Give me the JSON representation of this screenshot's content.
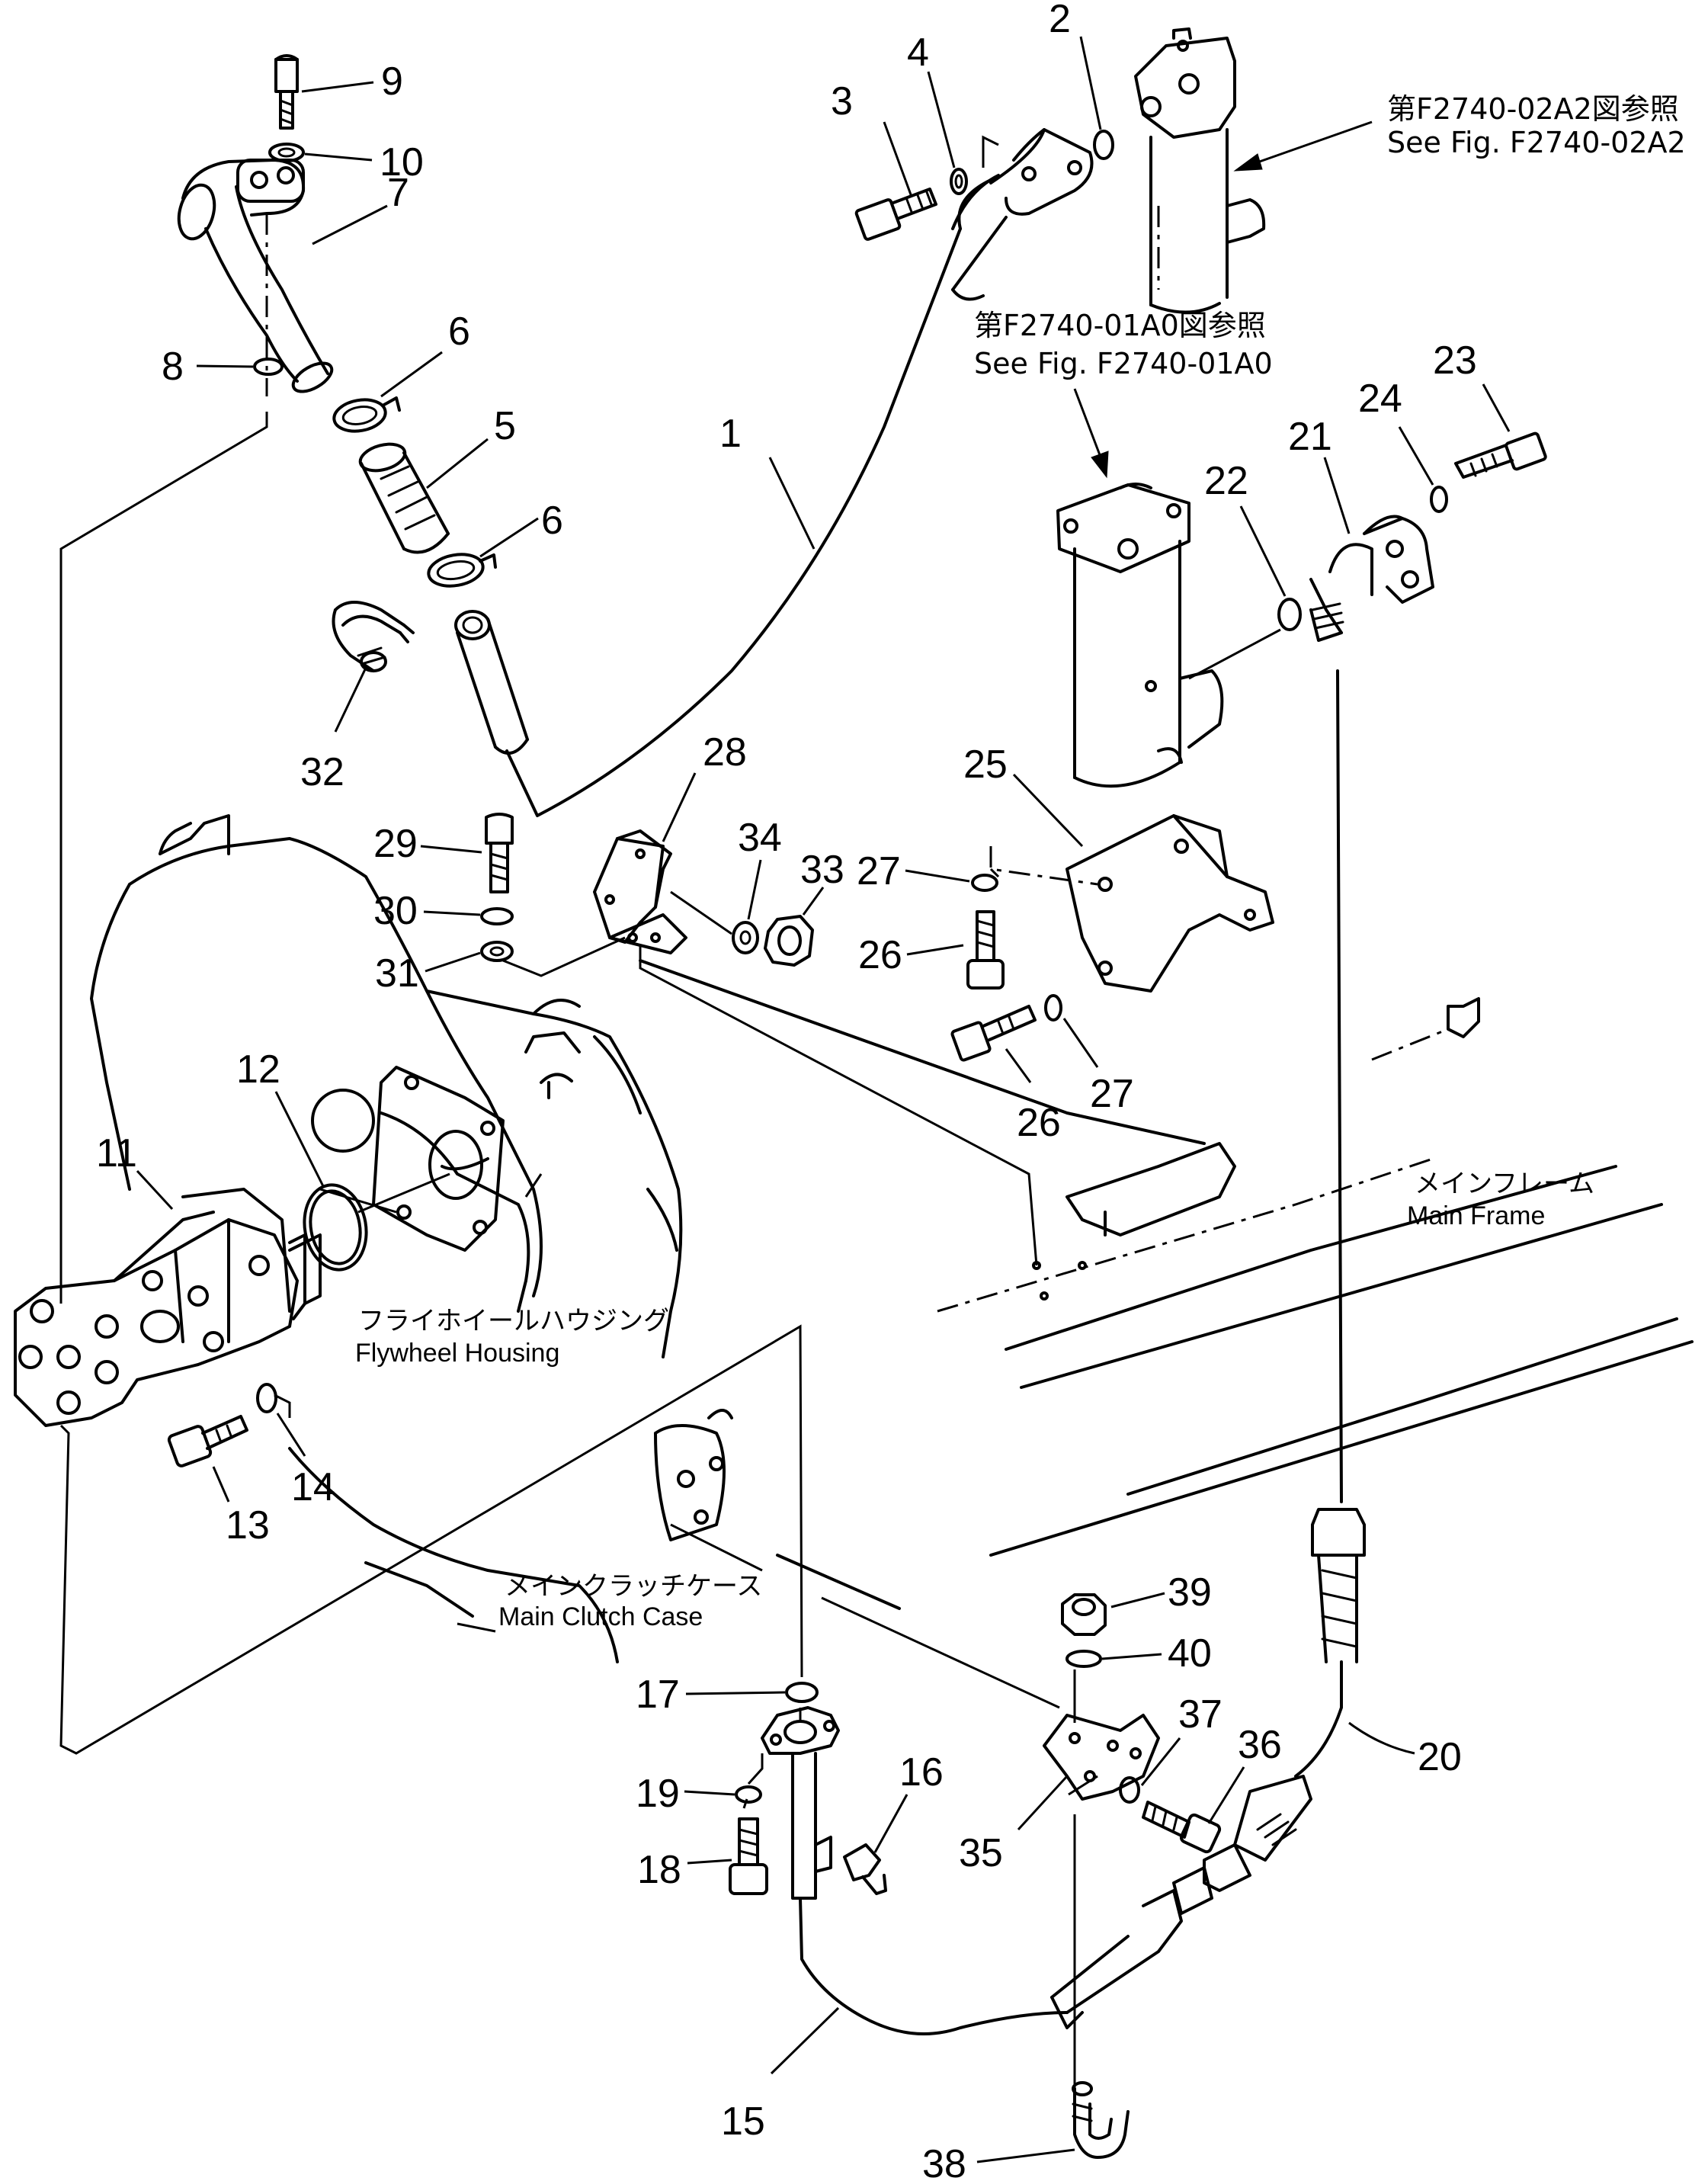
{
  "references": {
    "upper_filter": {
      "jp": "第F2740-02A2図参照",
      "en": "See Fig. F2740-02A2"
    },
    "lower_filter": {
      "jp": "第F2740-01A0図参照",
      "en": "See Fig. F2740-01A0"
    }
  },
  "labels": {
    "main_frame": {
      "jp": "メインフレーム",
      "en": "Main  Frame"
    },
    "flywheel_housing": {
      "jp": "フライホイールハウジング",
      "en": "Flywheel  Housing"
    },
    "main_clutch_case": {
      "jp": "メインクラッチケース",
      "en": "Main  Clutch  Case"
    }
  },
  "parts": {
    "p1": "1",
    "p2": "2",
    "p3": "3",
    "p4": "4",
    "p5": "5",
    "p6a": "6",
    "p6b": "6",
    "p7": "7",
    "p8": "8",
    "p9": "9",
    "p10": "10",
    "p11": "11",
    "p12": "12",
    "p13": "13",
    "p14": "14",
    "p15": "15",
    "p16": "16",
    "p17": "17",
    "p18": "18",
    "p19": "19",
    "p20": "20",
    "p21": "21",
    "p22": "22",
    "p23": "23",
    "p24": "24",
    "p25": "25",
    "p26a": "26",
    "p26b": "26",
    "p27a": "27",
    "p27b": "27",
    "p28": "28",
    "p29": "29",
    "p30": "30",
    "p31": "31",
    "p32": "32",
    "p33": "33",
    "p34": "34",
    "p35": "35",
    "p36": "36",
    "p37": "37",
    "p38": "38",
    "p39": "39",
    "p40": "40"
  }
}
